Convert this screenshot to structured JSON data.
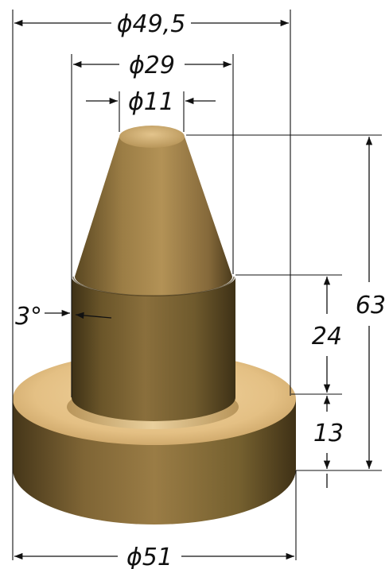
{
  "drawing": {
    "dimensions": {
      "diameter_top_overall": "ϕ49,5",
      "diameter_cylinder": "ϕ29",
      "diameter_tip": "ϕ11",
      "diameter_base": "ϕ51",
      "height_total": "63",
      "height_cylinder": "24",
      "height_base": "13",
      "taper_angle": "3°"
    },
    "colors": {
      "body_dark": "#5a4722",
      "body_mid": "#8a6f3c",
      "body_light": "#c09d5b",
      "flange_top": "#e7c58d",
      "flange_side_dark": "#4b3b1d",
      "flange_side_light": "#9a7c45"
    }
  }
}
